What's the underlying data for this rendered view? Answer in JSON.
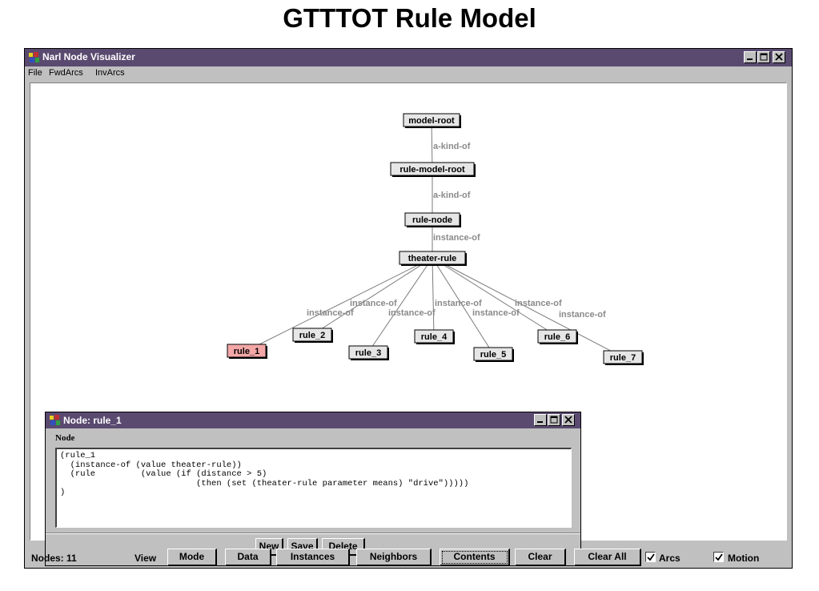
{
  "page": {
    "title": "GTTTOT Rule Model"
  },
  "window": {
    "title": "Narl Node Visualizer"
  },
  "menu": [
    {
      "label": "File"
    },
    {
      "label": "FwdArcs"
    },
    {
      "label": "InvArcs"
    }
  ],
  "graph": {
    "nodes": [
      {
        "id": "model-root",
        "label": "model-root",
        "selected": false
      },
      {
        "id": "rule-model-root",
        "label": "rule-model-root",
        "selected": false
      },
      {
        "id": "rule-node",
        "label": "rule-node",
        "selected": false
      },
      {
        "id": "theater-rule",
        "label": "theater-rule",
        "selected": false
      },
      {
        "id": "rule_1",
        "label": "rule_1",
        "selected": true
      },
      {
        "id": "rule_2",
        "label": "rule_2",
        "selected": false
      },
      {
        "id": "rule_3",
        "label": "rule_3",
        "selected": false
      },
      {
        "id": "rule_4",
        "label": "rule_4",
        "selected": false
      },
      {
        "id": "rule_5",
        "label": "rule_5",
        "selected": false
      },
      {
        "id": "rule_6",
        "label": "rule_6",
        "selected": false
      },
      {
        "id": "rule_7",
        "label": "rule_7",
        "selected": false
      }
    ],
    "edges": [
      {
        "from": "model-root",
        "to": "rule-model-root",
        "label": "a-kind-of"
      },
      {
        "from": "rule-model-root",
        "to": "rule-node",
        "label": "a-kind-of"
      },
      {
        "from": "rule-node",
        "to": "theater-rule",
        "label": "instance-of"
      },
      {
        "from": "theater-rule",
        "to": "rule_1",
        "label": "instance-of"
      },
      {
        "from": "theater-rule",
        "to": "rule_2",
        "label": "instance-of"
      },
      {
        "from": "theater-rule",
        "to": "rule_3",
        "label": "instance-of"
      },
      {
        "from": "theater-rule",
        "to": "rule_4",
        "label": "instance-of"
      },
      {
        "from": "theater-rule",
        "to": "rule_5",
        "label": "instance-of"
      },
      {
        "from": "theater-rule",
        "to": "rule_6",
        "label": "instance-of"
      },
      {
        "from": "theater-rule",
        "to": "rule_7",
        "label": "instance-of"
      }
    ]
  },
  "node_window": {
    "title": "Node: rule_1",
    "section_label": "Node",
    "content": "(rule_1\n  (instance-of (value theater-rule))\n  (rule         (value (if (distance > 5)\n                           (then (set (theater-rule parameter means) \"drive\")))))\n)",
    "buttons": {
      "new": "New",
      "save": "Save",
      "delete": "Delete"
    }
  },
  "status": {
    "nodes": "Nodes: 11",
    "view_label": "View",
    "buttons": {
      "mode": "Mode",
      "data": "Data",
      "instances": "Instances",
      "neighbors": "Neighbors",
      "contents": "Contents",
      "clear": "Clear",
      "clear_all": "Clear All"
    },
    "arcs": {
      "label": "Arcs",
      "checked": true
    },
    "motion": {
      "label": "Motion",
      "checked": true
    }
  },
  "colors": {
    "titlebar": "#5a4a70",
    "selected_node": "#f4a7a7",
    "node_fill": "#e6e6e6",
    "edge": "#7a7a7a"
  }
}
